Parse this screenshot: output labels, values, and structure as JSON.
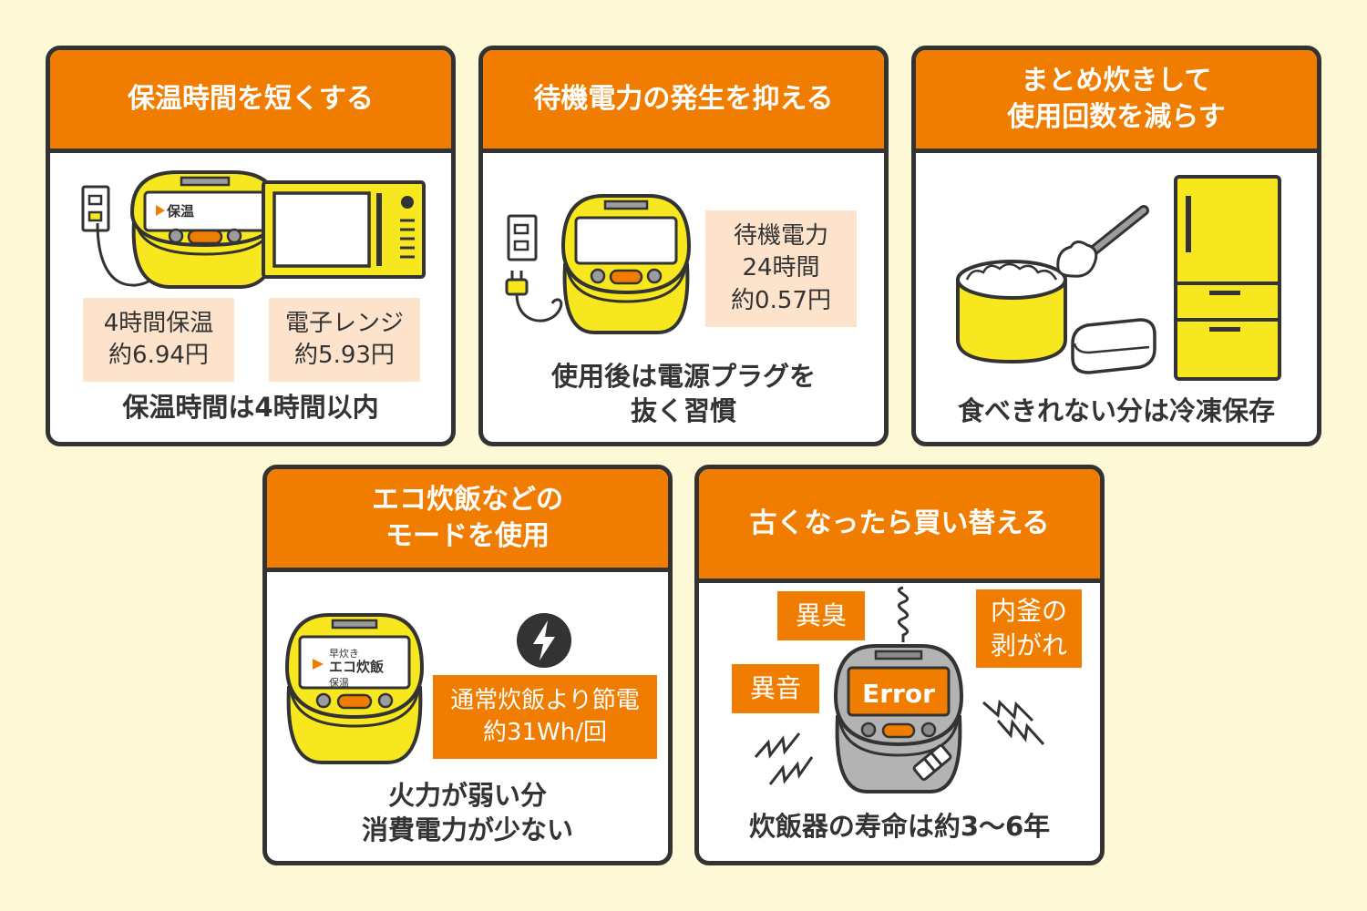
{
  "colors": {
    "background": "#fdf9d6",
    "accent_orange": "#f07d00",
    "cooker_yellow": "#f7e71e",
    "label_peach": "#fde3cb",
    "outline": "#333333"
  },
  "cards": [
    {
      "title": "保温時間を短くする",
      "screen_text": "保温",
      "label_a": "4時間保温\n約6.94円",
      "label_b": "電子レンジ\n約5.93円",
      "caption": "保温時間は4時間以内"
    },
    {
      "title": "待機電力の発生を抑える",
      "label": "待機電力\n24時間\n約0.57円",
      "caption": "使用後は電源プラグを\n抜く習慣"
    },
    {
      "title": "まとめ炊きして\n使用回数を減らす",
      "caption": "食べきれない分は冷凍保存"
    },
    {
      "title": "エコ炊飯などの\nモードを使用",
      "screen_lines": [
        "早炊き",
        "エコ炊飯",
        "保温"
      ],
      "icon": "lightning-icon",
      "label": "通常炊飯より節電\n約31Wh/回",
      "caption": "火力が弱い分\n消費電力が少ない"
    },
    {
      "title": "古くなったら買い替える",
      "screen_text": "Error",
      "tags": [
        "異臭",
        "異音",
        "内釜の\n剥がれ"
      ],
      "caption": "炊飯器の寿命は約3～6年"
    }
  ]
}
